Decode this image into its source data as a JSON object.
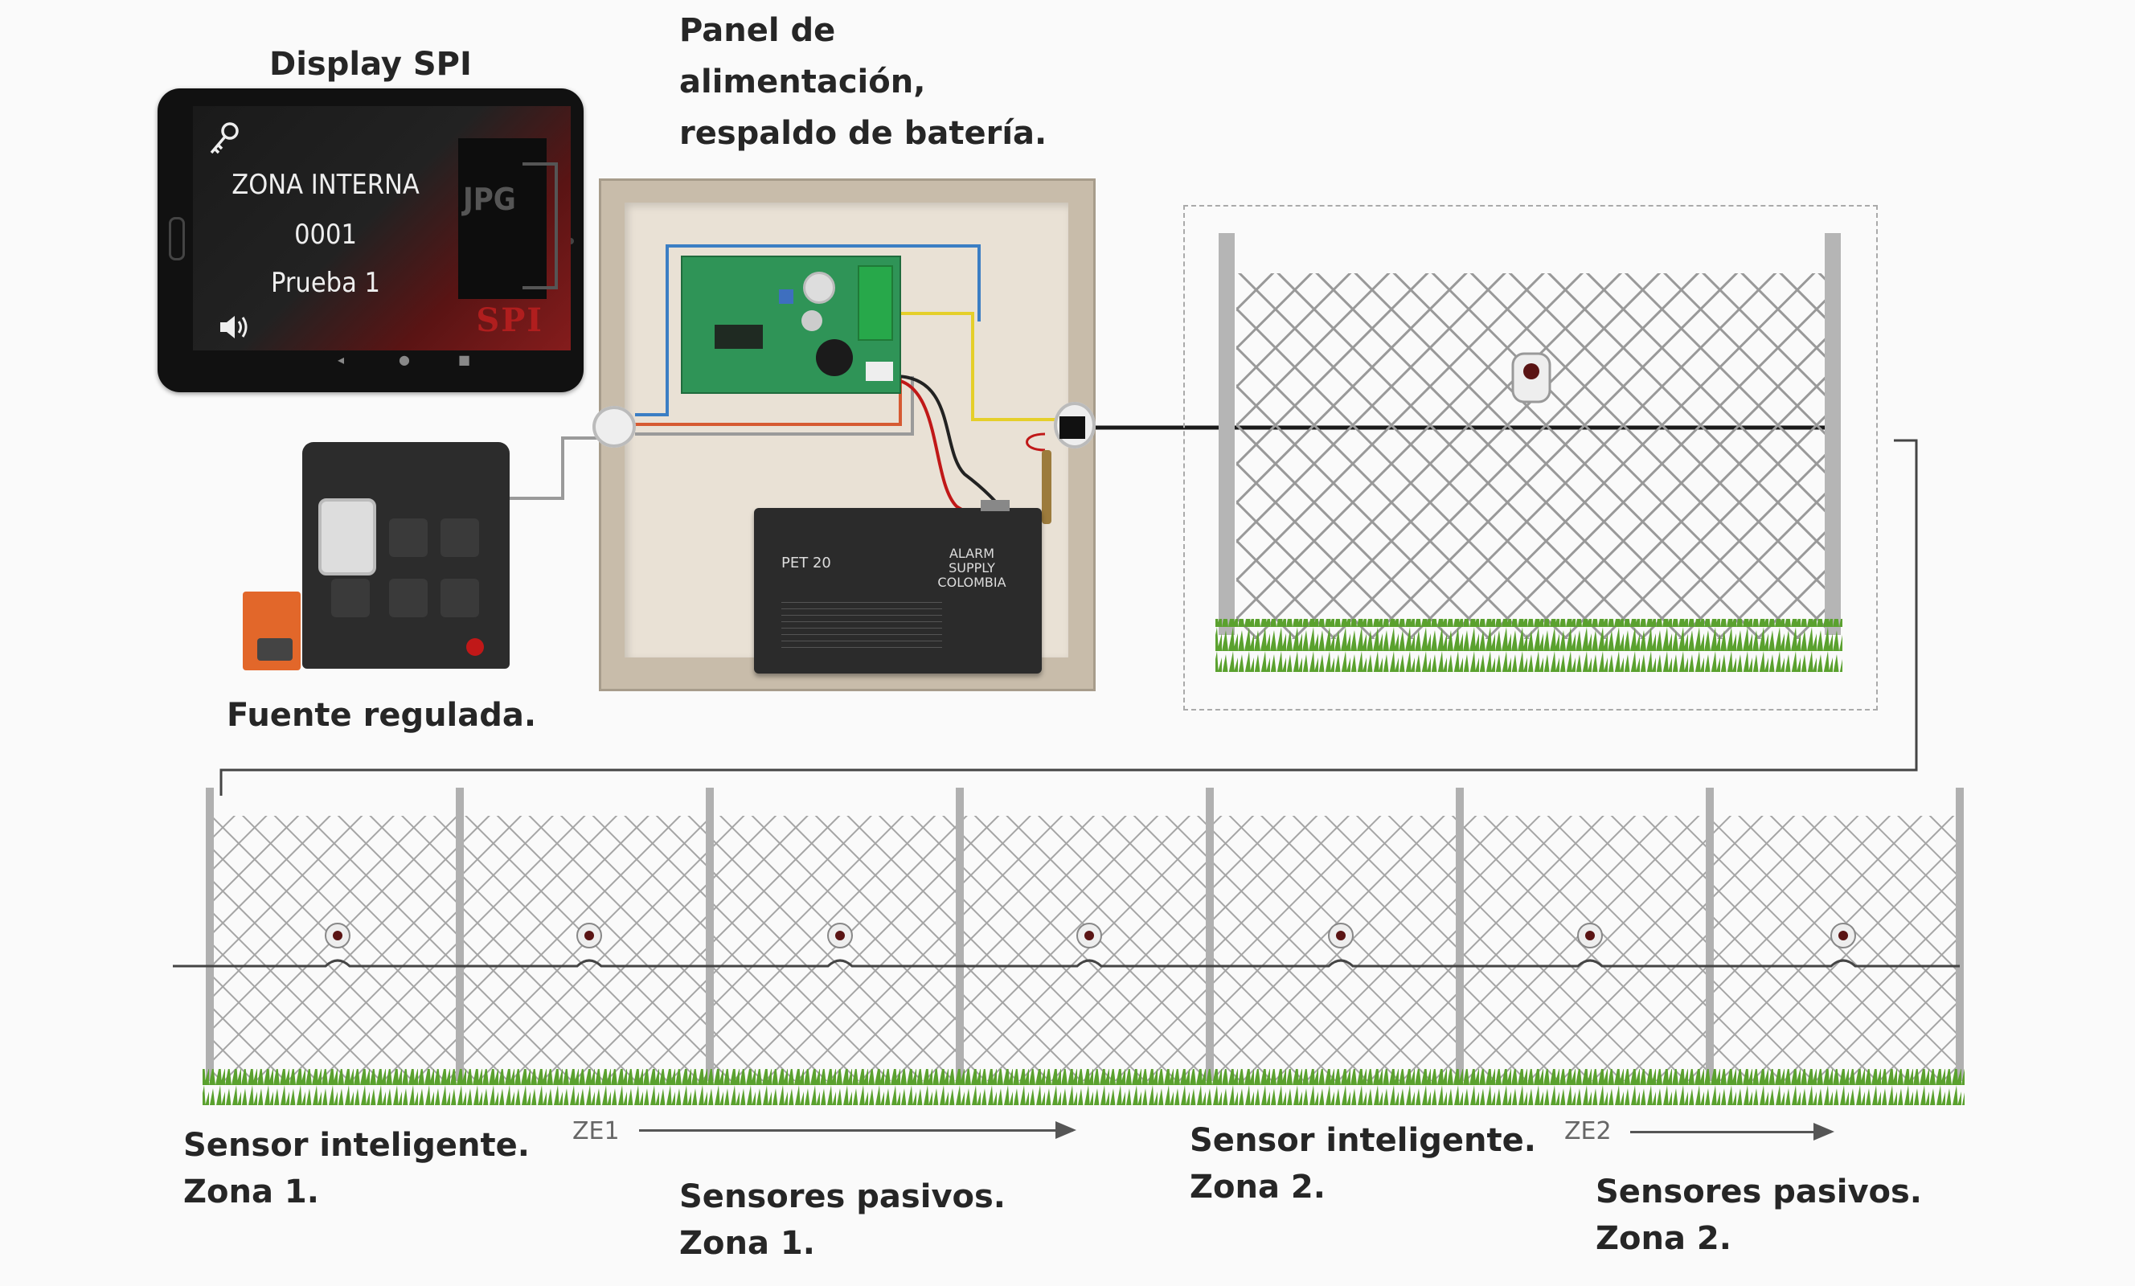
{
  "labels": {
    "display": "Display SPI",
    "panel": [
      "Panel de",
      "alimentación,",
      "respaldo de batería."
    ],
    "fuente": "Fuente regulada.",
    "sensor_z1": [
      "Sensor inteligente.",
      "Zona 1."
    ],
    "pasivos_z1": [
      "Sensores pasivos.",
      "Zona 1."
    ],
    "sensor_z2": [
      "Sensor inteligente.",
      "Zona 2."
    ],
    "pasivos_z2": [
      "Sensores pasivos.",
      "Zona 2."
    ],
    "ze1": "ZE1",
    "ze2": "ZE2"
  },
  "tablet": {
    "line1": "ZONA INTERNA",
    "line2": "0001",
    "line3": "Prueba 1",
    "logo": "SPI",
    "door_logo": "JPG"
  },
  "battery": {
    "model": "PET 20",
    "brand": [
      "ALARM",
      "SUPPLY",
      "COLOMBIA"
    ]
  },
  "colors": {
    "accent_red": "#b01e1e",
    "pcb_green": "#2f9457",
    "grass": "#4c9a2a",
    "wire_black": "#1a1a1a"
  }
}
